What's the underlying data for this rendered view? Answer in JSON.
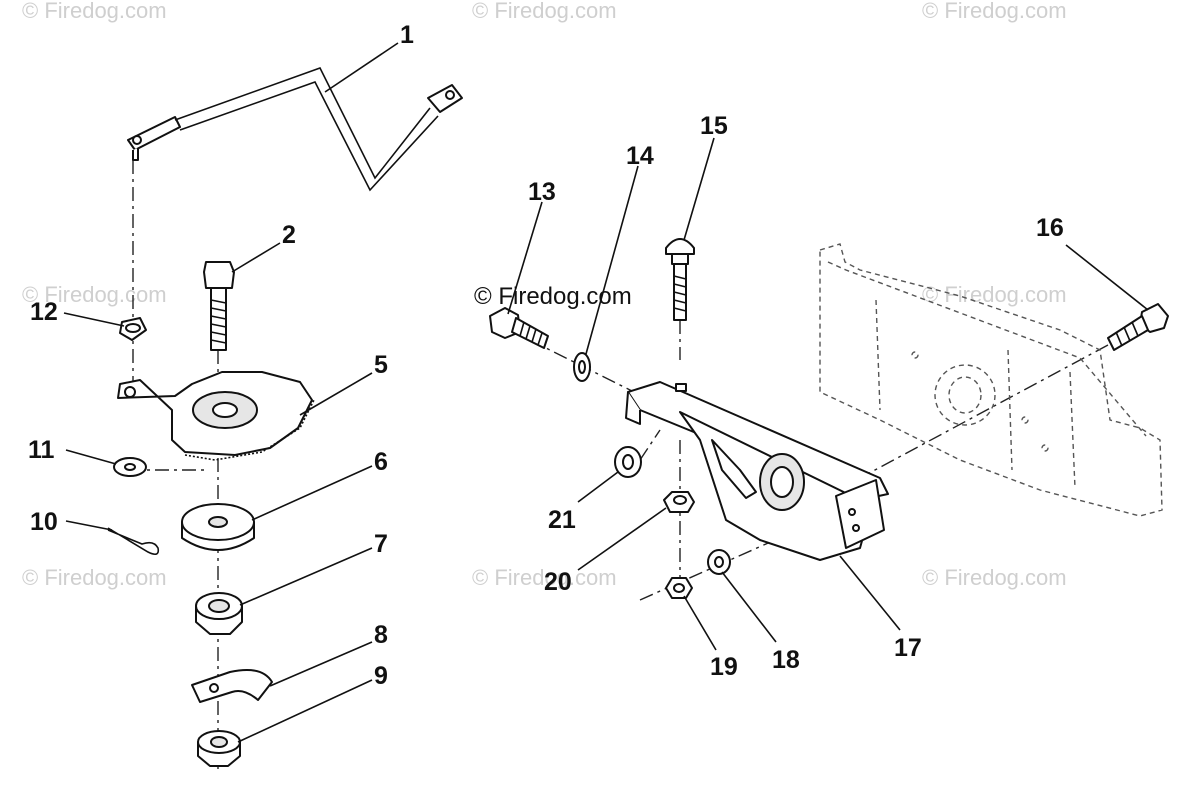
{
  "watermark": {
    "text": "© Firedog.com",
    "color": "#cfcfcf"
  },
  "callouts": {
    "c1": "1",
    "c2": "2",
    "c5": "5",
    "c6": "6",
    "c7": "7",
    "c8": "8",
    "c9": "9",
    "c10": "10",
    "c11": "11",
    "c12": "12",
    "c13": "13",
    "c14": "14",
    "c15": "15",
    "c16": "16",
    "c17": "17",
    "c18": "18",
    "c19": "19",
    "c20": "20",
    "c21": "21"
  }
}
